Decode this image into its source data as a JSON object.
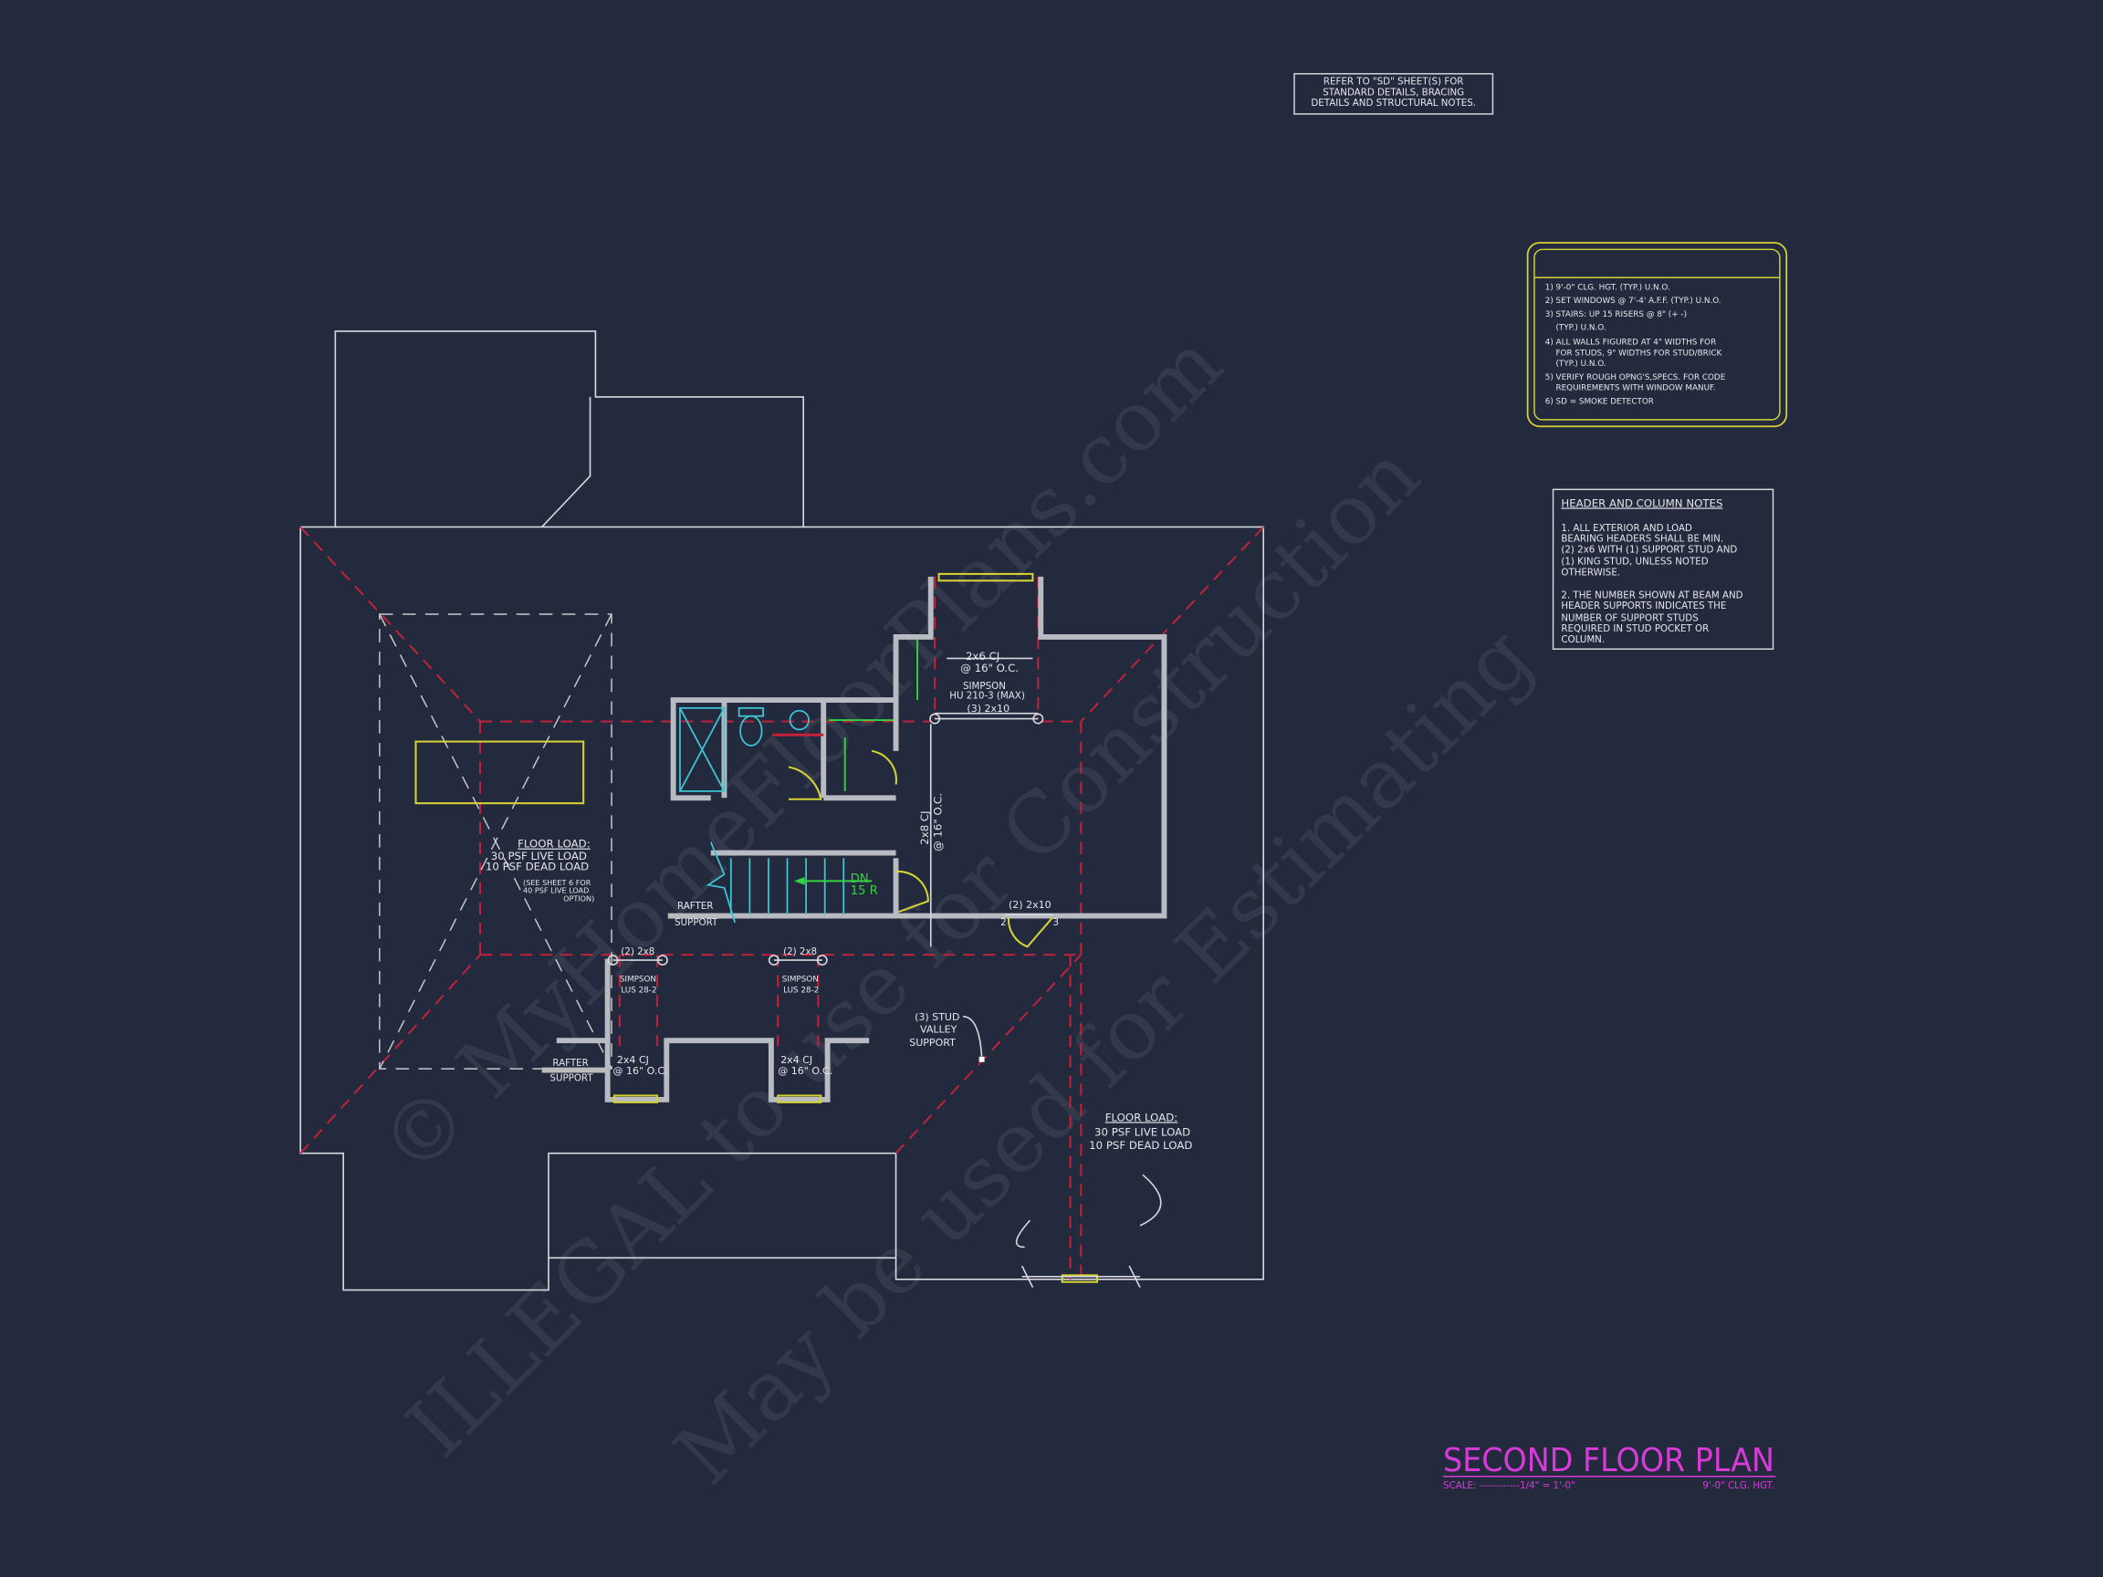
{
  "colors": {
    "background": "#232a3d",
    "title": "#d83ad8",
    "walls": "#b9bbc2",
    "hip_lines": "#c8213a",
    "notes_box": "#d6d235",
    "stairs": "#3ec4d4",
    "dn_arrow": "#34d33e"
  },
  "watermark": {
    "line1": "© MyHomeFloorPlans.com",
    "line2": "ILLEGAL to use for Construction",
    "line3": "May be used for Estimating"
  },
  "refer_note": [
    "REFER TO \"SD\" SHEET(S) FOR",
    "STANDARD DETAILS, BRACING",
    "DETAILS AND STRUCTURAL NOTES."
  ],
  "general_notes": [
    "1) 9'-0\" CLG. HGT. (TYP.) U.N.O.",
    "2) SET WINDOWS @ 7'-4' A.F.F. (TYP.) U.N.O.",
    "3) STAIRS: UP 15 RISERS @ 8\" (+ -)",
    "(TYP.) U.N.O.",
    "4) ALL WALLS FIGURED AT 4\" WIDTHS FOR",
    "FOR STUDS, 9\" WIDTHS FOR STUD/BRICK",
    "(TYP.) U.N.O.",
    "5) VERIFY ROUGH OPNG'S,SPECS. FOR CODE",
    "REQUIREMENTS WITH WINDOW MANUF.",
    "6) SD = SMOKE DETECTOR"
  ],
  "header_notes": {
    "title": "HEADER AND COLUMN NOTES",
    "lines": [
      "1. ALL EXTERIOR AND LOAD",
      "BEARING HEADERS SHALL BE MIN.",
      "(2) 2x6 WITH (1) SUPPORT STUD AND",
      "(1) KING STUD, UNLESS NOTED",
      "OTHERWISE.",
      "",
      "2. THE NUMBER SHOWN AT BEAM AND",
      "HEADER SUPPORTS INDICATES THE",
      "NUMBER OF SUPPORT STUDS",
      "REQUIRED IN STUD POCKET OR",
      "COLUMN."
    ]
  },
  "plan_labels": {
    "cj_top": "2x6 CJ",
    "cj_top_spacing": "@ 16\" O.C.",
    "simpson_top": "SIMPSON",
    "hanger_top": "HU 210-3 (MAX)",
    "beam_top": "(3) 2x10",
    "cj_vert": "2x8 CJ",
    "cj_vert_spacing": "@ 16\" O.C.",
    "beam_door": "(2) 2x10",
    "stud_left": "2",
    "stud_right": "3",
    "stair_dn": "DN",
    "stair_risers": "15 R",
    "rafter_support": "RAFTER",
    "rafter_support2": "SUPPORT",
    "beam_left": "(2) 2x8",
    "beam_mid": "(2) 2x8",
    "simpson": "SIMPSON",
    "lus": "LUS 28-2",
    "cj_2x4": "2x4 CJ",
    "cj_2x4_spacing": "@ 16\" O.C.",
    "valley": [
      "(3) STUD",
      "VALLEY",
      "SUPPORT"
    ],
    "floor_load_left": {
      "title": "FLOOR LOAD:",
      "live": "30 PSF LIVE LOAD",
      "dead": "10 PSF DEAD LOAD",
      "note": [
        "(SEE SHEET 6 FOR",
        "40 PSF LIVE LOAD",
        "OPTION)"
      ]
    },
    "floor_load_right": {
      "title": "FLOOR LOAD:",
      "live": "30 PSF LIVE LOAD",
      "dead": "10 PSF DEAD LOAD"
    }
  },
  "title_block": {
    "title": "SECOND FLOOR PLAN",
    "scale": "SCALE: ------------1/4\" = 1'-0\"",
    "ceiling": "9'-0\" CLG. HGT."
  }
}
